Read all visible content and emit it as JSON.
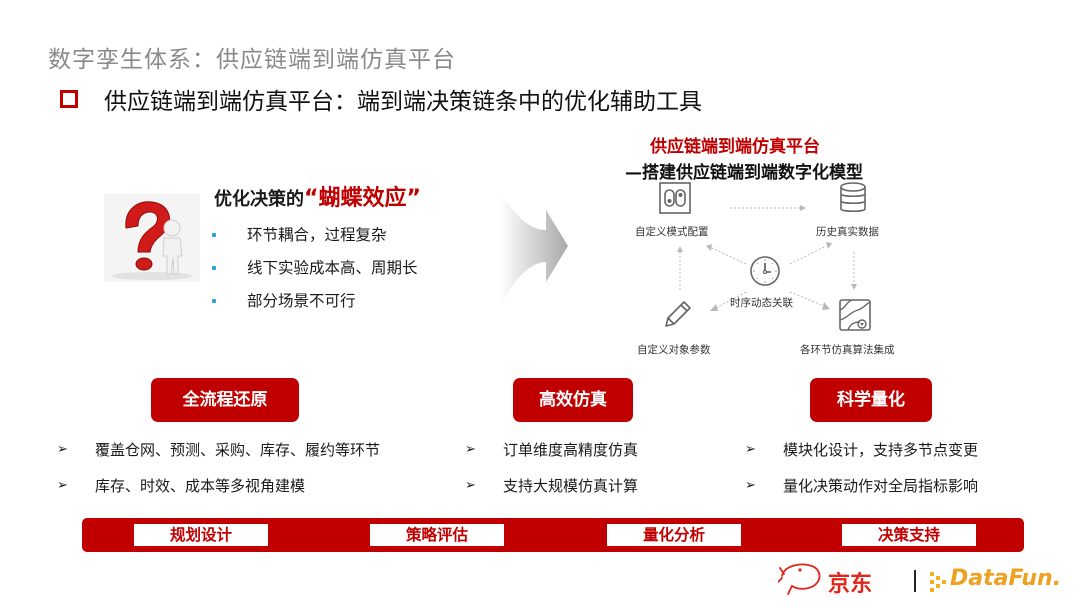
{
  "slide": {
    "title": "数字孪生体系：供应链端到端仿真平台",
    "headline": "供应链端到端仿真平台：端到端决策链条中的优化辅助工具"
  },
  "butterfly": {
    "title_prefix": "优化决策的",
    "title_highlight": "“蝴蝶效应”",
    "points": [
      "环节耦合，过程复杂",
      "线下实验成本高、周期长",
      "部分场景不可行"
    ]
  },
  "diagram": {
    "title": "供应链端到端仿真平台",
    "subtitle": "—搭建供应链端到端数字化模型",
    "nodes": {
      "top_left": {
        "label": "自定义模式配置",
        "icon": "config-panel-icon"
      },
      "top_right": {
        "label": "历史真实数据",
        "icon": "database-icon"
      },
      "center": {
        "label": "时序动态关联",
        "icon": "clock-icon"
      },
      "bottom_left": {
        "label": "自定义对象参数",
        "icon": "pencil-icon"
      },
      "bottom_right": {
        "label": "各环节仿真算法集成",
        "icon": "map-icon"
      }
    }
  },
  "features": [
    {
      "title": "全流程还原",
      "points": [
        "覆盖仓网、预测、采购、库存、履约等环节",
        "库存、时效、成本等多视角建模"
      ]
    },
    {
      "title": "高效仿真",
      "points": [
        "订单维度高精度仿真",
        "支持大规模仿真计算"
      ]
    },
    {
      "title": "科学量化",
      "points": [
        "模块化设计，支持多节点变更",
        "量化决策动作对全局指标影响"
      ]
    }
  ],
  "bar": {
    "items": [
      "规划设计",
      "策略评估",
      "量化分析",
      "决策支持"
    ]
  },
  "logos": {
    "jd": "京东",
    "separator": "|",
    "datafun": "DataFun."
  },
  "colors": {
    "accent": "#c00000",
    "bullet_dot": "#2aa4dc",
    "title_gray": "#8a8a8a",
    "datafun": "#f0a020"
  },
  "glyphs": {
    "arrow_bullet": "➢"
  }
}
